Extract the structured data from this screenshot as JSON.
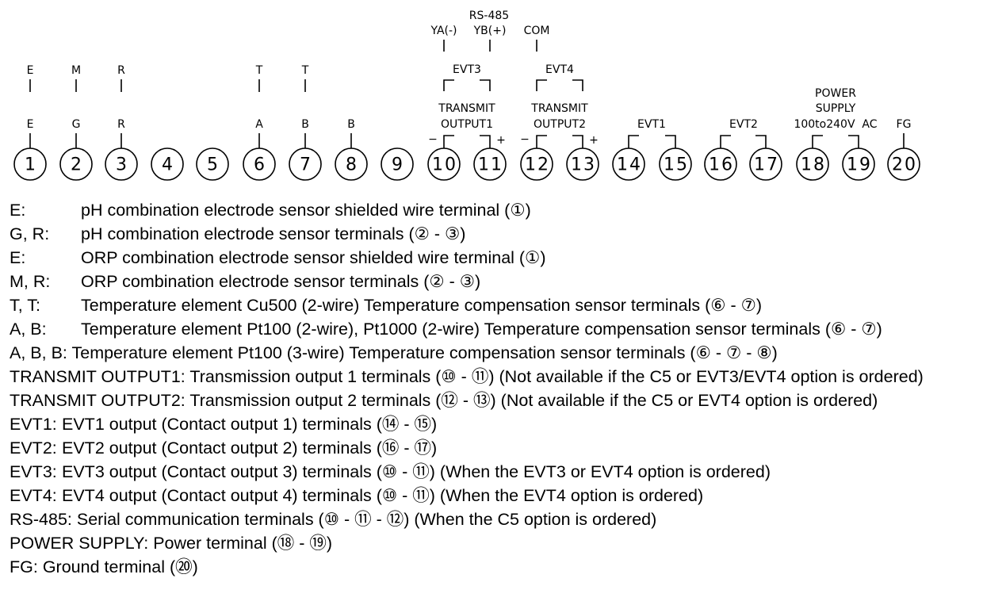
{
  "diagram": {
    "terminals": [
      {
        "num": "1",
        "label": "E",
        "top": "E"
      },
      {
        "num": "2",
        "label": "G",
        "top": "M"
      },
      {
        "num": "3",
        "label": "R",
        "top": "R"
      },
      {
        "num": "4",
        "label": "",
        "top": ""
      },
      {
        "num": "5",
        "label": "",
        "top": ""
      },
      {
        "num": "6",
        "label": "A",
        "top": "T"
      },
      {
        "num": "7",
        "label": "B",
        "top": "T"
      },
      {
        "num": "8",
        "label": "B",
        "top": ""
      },
      {
        "num": "9",
        "label": "",
        "top": ""
      },
      {
        "num": "10",
        "label": "",
        "top": ""
      },
      {
        "num": "11",
        "label": "",
        "top": ""
      },
      {
        "num": "12",
        "label": "",
        "top": ""
      },
      {
        "num": "13",
        "label": "",
        "top": ""
      },
      {
        "num": "14",
        "label": "",
        "top": ""
      },
      {
        "num": "15",
        "label": "",
        "top": ""
      },
      {
        "num": "16",
        "label": "",
        "top": ""
      },
      {
        "num": "17",
        "label": "",
        "top": ""
      },
      {
        "num": "18",
        "label": "",
        "top": ""
      },
      {
        "num": "19",
        "label": "",
        "top": ""
      },
      {
        "num": "20",
        "label": "FG",
        "top": ""
      }
    ],
    "rs485": {
      "title": "RS-485",
      "ya": "YA(-)",
      "yb": "YB(+)",
      "com": "COM"
    },
    "evt3": "EVT3",
    "evt4": "EVT4",
    "transmit1": {
      "line1": "TRANSMIT",
      "line2": "OUTPUT1",
      "minus": "−",
      "plus": "+"
    },
    "transmit2": {
      "line1": "TRANSMIT",
      "line2": "OUTPUT2",
      "minus": "−",
      "plus": "+"
    },
    "evt1": "EVT1",
    "evt2": "EVT2",
    "power": {
      "line1": "POWER",
      "line2": "SUPPLY",
      "line3": "100to240V  AC"
    }
  },
  "legend": [
    {
      "key": "E:",
      "text": "pH combination electrode sensor shielded wire terminal (①)"
    },
    {
      "key": "G, R:",
      "text": "pH combination electrode sensor terminals (② - ③)"
    },
    {
      "key": "E:",
      "text": "ORP combination electrode sensor shielded wire terminal (①)"
    },
    {
      "key": "M, R:",
      "text": "ORP combination electrode sensor terminals (② - ③)"
    },
    {
      "key": "T, T:",
      "text": "Temperature element Cu500 (2-wire) Temperature compensation sensor terminals (⑥ - ⑦)"
    },
    {
      "key": "A, B:",
      "text": "Temperature element Pt100 (2-wire), Pt1000 (2-wire) Temperature compensation sensor terminals (⑥ - ⑦)"
    },
    {
      "key": "A, B, B:",
      "text": "Temperature element Pt100 (3-wire) Temperature compensation sensor terminals (⑥ - ⑦ - ⑧)"
    },
    {
      "key": "TRANSMIT OUTPUT1:",
      "text": "Transmission output 1 terminals (⑩ - ⑪) (Not available if the C5 or EVT3/EVT4 option is ordered)"
    },
    {
      "key": "TRANSMIT OUTPUT2:",
      "text": "Transmission output 2 terminals (⑫ - ⑬) (Not available if the C5 or EVT4 option is ordered)"
    },
    {
      "key": "EVT1:",
      "text": "EVT1 output (Contact output 1) terminals (⑭ - ⑮)"
    },
    {
      "key": "EVT2:",
      "text": "EVT2 output (Contact output 2) terminals (⑯ - ⑰)"
    },
    {
      "key": "EVT3:",
      "text": "EVT3 output (Contact output 3) terminals (⑩ - ⑪) (When the EVT3 or EVT4 option is ordered)"
    },
    {
      "key": "EVT4:",
      "text": "EVT4 output (Contact output 4) terminals (⑩ - ⑪) (When the EVT4 option is ordered)"
    },
    {
      "key": "RS-485:",
      "text": "Serial communication terminals (⑩ - ⑪ - ⑫) (When the C5 option is ordered)"
    },
    {
      "key": "POWER SUPPLY:",
      "text": "Power terminal (⑱ - ⑲)"
    },
    {
      "key": "FG:",
      "text": "Ground terminal (⑳)"
    }
  ]
}
